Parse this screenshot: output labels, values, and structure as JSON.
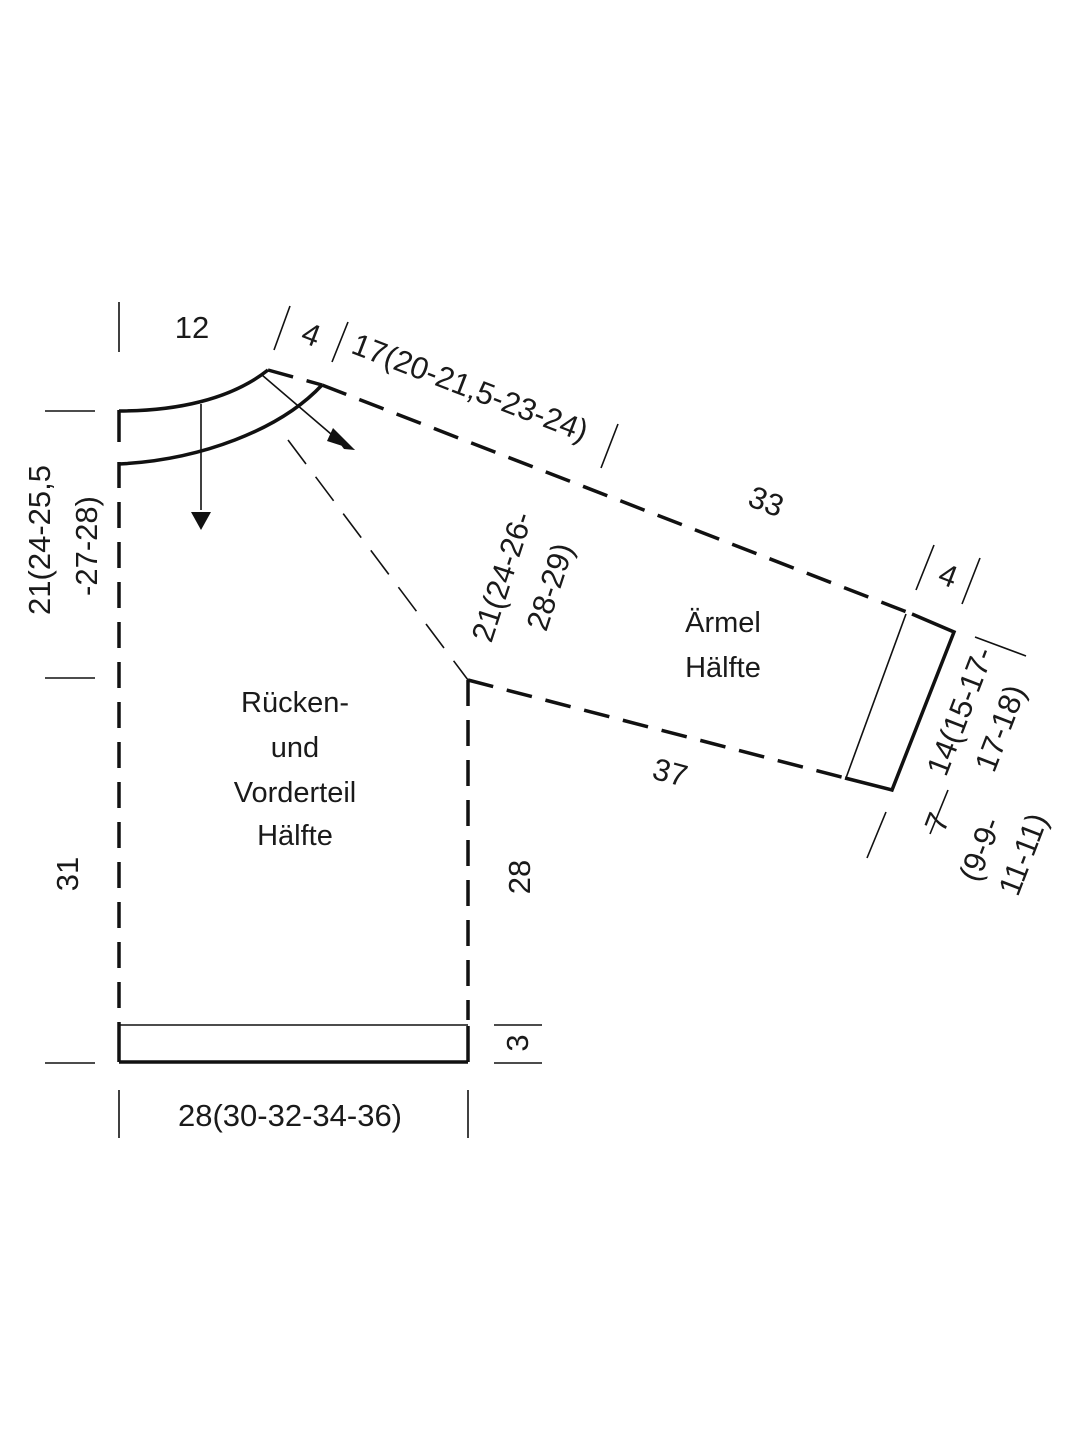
{
  "pieces": {
    "body": [
      "Rücken-",
      "und",
      "Vorderteil",
      "Hälfte"
    ],
    "sleeve": [
      "Ärmel",
      "Hälfte"
    ]
  },
  "measurements": {
    "neck_width": "12",
    "shoulder_raglan": "4",
    "raglan_length": "17(20-21,5-23-24)",
    "armhole_depth_line1": "21(24-25,5",
    "armhole_depth_line2": "-27-28)",
    "body_length_left": "31",
    "body_length_right": "28",
    "ribbing": "3",
    "body_width": "28(30-32-34-36)",
    "sleeve_raglan_line1": "21(24-26-",
    "sleeve_raglan_line2": "28-29)",
    "sleeve_top": "33",
    "sleeve_bottom": "37",
    "sleeve_cuff": "4",
    "sleeve_width_line1": "14(15-17-",
    "sleeve_width_line2": "17-18)",
    "cuff_rib": "7",
    "cuff_width_line1": "(9-9-",
    "cuff_width_line2": "11-11)"
  }
}
